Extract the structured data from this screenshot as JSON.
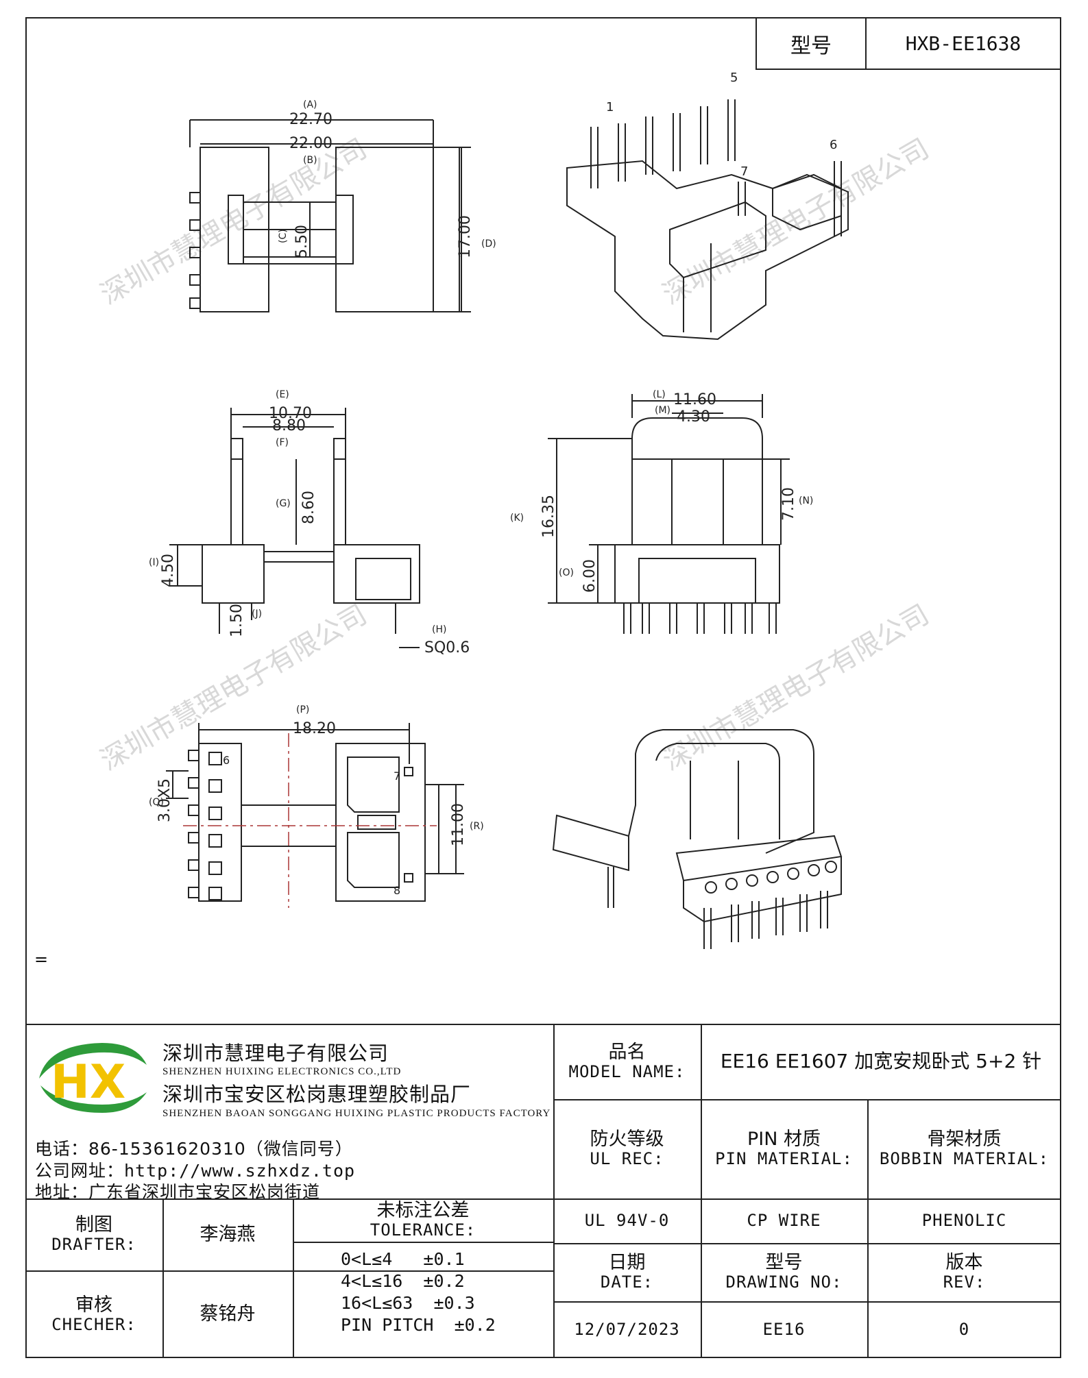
{
  "header": {
    "model_label": "型号",
    "model_value": "HXB-EE1638"
  },
  "dimensions": {
    "A": "(A)",
    "A_val": "22.70",
    "B": "(B)",
    "B_val": "22.00",
    "C": "(C)",
    "C_val": "5.50",
    "D": "(D)",
    "D_val": "17.00",
    "E": "(E)",
    "E_val": "10.70",
    "F": "(F)",
    "F_val": "8.80",
    "G": "(G)",
    "G_val": "8.60",
    "I": "(I)",
    "I_val": "4.50",
    "J": "(J)",
    "J_val": "1.50",
    "H": "(H)",
    "H_val": "SQ0.6",
    "L": "(L)",
    "L_val": "11.60",
    "M": "(M)",
    "M_val": "4.30",
    "K": "(K)",
    "K_val": "16.35",
    "N": "(N)",
    "N_val": "7.10",
    "O": "(O)",
    "O_val": "6.00",
    "P": "(P)",
    "P_val": "18.20",
    "Q": "(Q)",
    "Q_val": "3.0X5",
    "R": "(R)",
    "R_val": "11.00"
  },
  "pins": {
    "p1": "1",
    "p5": "5",
    "p6": "6",
    "p7": "7",
    "bottom_p6": "6",
    "bottom_p7": "7",
    "bottom_p8": "8"
  },
  "watermark": "深圳市慧理电子有限公司",
  "misc": {
    "eq": "="
  },
  "company": {
    "name_cn": "深圳市慧理电子有限公司",
    "name_en": "SHENZHEN HUIXING ELECTRONICS CO.,LTD",
    "factory_cn": "深圳市宝安区松岗惠理塑胶制品厂",
    "factory_en": "SHENZHEN BAOAN SONGGANG HUIXING PLASTIC PRODUCTS FACTORY",
    "phone": "电话：86-15361620310（微信同号）",
    "website": "公司网址：http://www.szhxdz.top",
    "address": "地址：广东省深圳市宝安区松岗街道",
    "logo_text": "HX",
    "logo_colors": {
      "green": "#2e9b3a",
      "yellow": "#f2c200",
      "dark": "#1d6e2a"
    }
  },
  "titleblock": {
    "model_name_cn": "品名",
    "model_name_en": "MODEL NAME:",
    "model_name_value": "EE16 EE1607 加宽安规卧式 5+2 针",
    "ul_cn": "防火等级",
    "ul_en": "UL REC:",
    "pin_cn": "PIN 材质",
    "pin_en": "PIN MATERIAL:",
    "bobbin_cn": "骨架材质",
    "bobbin_en": "BOBBIN MATERIAL:",
    "drafter_cn": "制图",
    "drafter_en": "DRAFTER:",
    "drafter_name": "李海燕",
    "checker_cn": "审核",
    "checker_en": "CHECHER:",
    "checker_name": "蔡铭舟",
    "tol_cn": "未标注公差",
    "tol_en": "TOLERANCE:",
    "tol_rows": [
      "0<L≤4   ±0.1",
      "4<L≤16  ±0.2",
      "16<L≤63  ±0.3",
      "PIN PITCH  ±0.2"
    ],
    "ul_value": "UL 94V-0",
    "pin_value": "CP WIRE",
    "bobbin_value": "PHENOLIC",
    "date_cn": "日期",
    "date_en": "DATE:",
    "drawing_cn": "型号",
    "drawing_en": "DRAWING NO:",
    "rev_cn": "版本",
    "rev_en": "REV:",
    "date_value": "12/07/2023",
    "drawing_value": "EE16",
    "rev_value": "0"
  }
}
